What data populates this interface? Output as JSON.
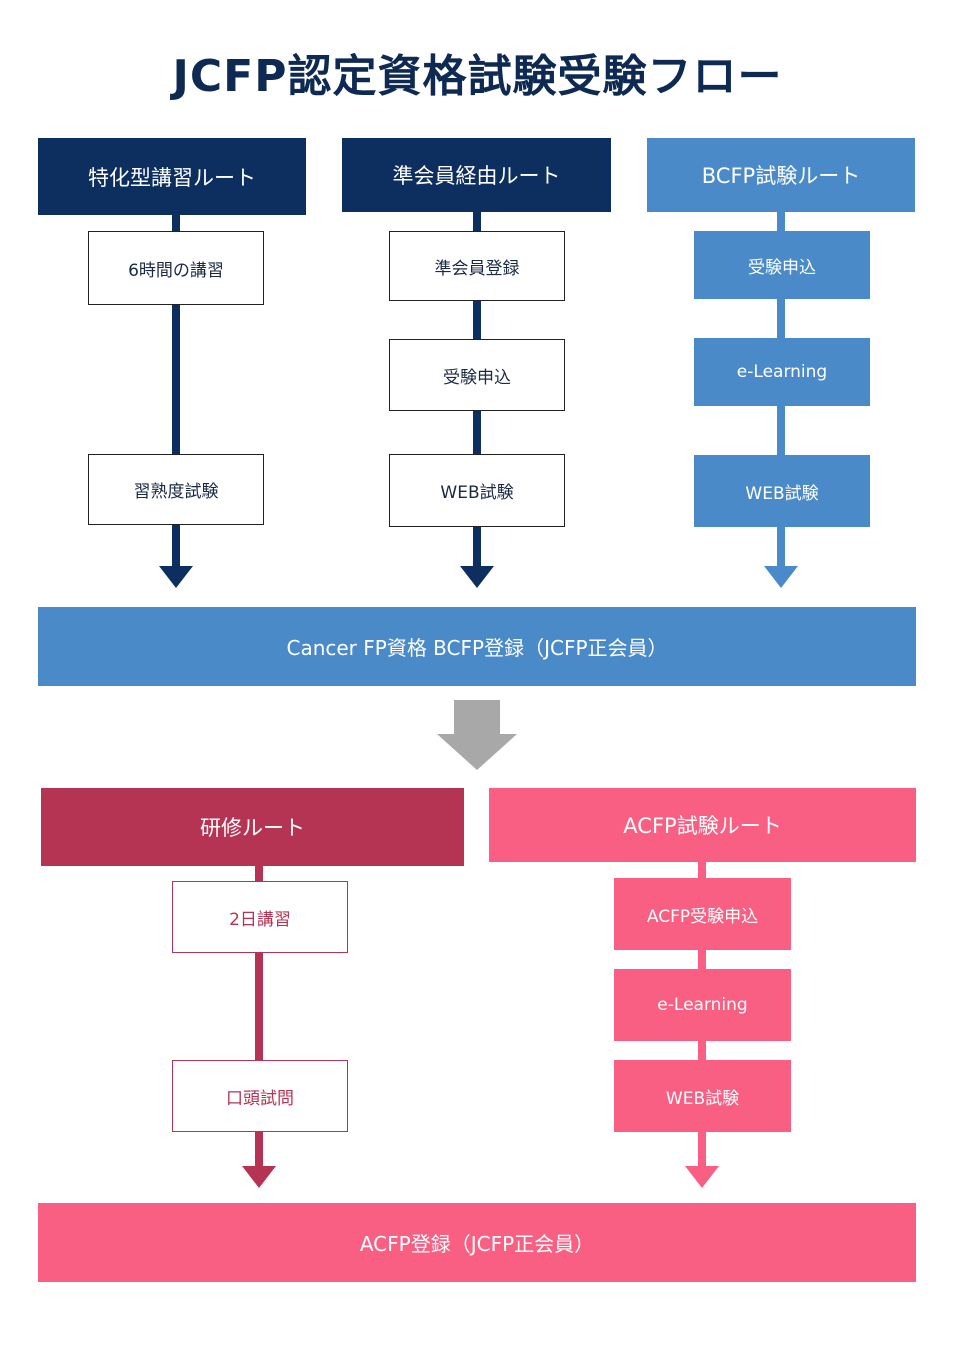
{
  "title": "JCFP認定資格試験受験フロー",
  "routes_top": [
    {
      "header": "特化型講習ルート",
      "steps": [
        "6時間の講習",
        "習熟度試験"
      ]
    },
    {
      "header": "準会員経由ルート",
      "steps": [
        "準会員登録",
        "受験申込",
        "WEB試験"
      ]
    },
    {
      "header": "BCFP試験ルート",
      "steps": [
        "受験申込",
        "e-Learning",
        "WEB試験"
      ]
    }
  ],
  "result_top": "Cancer FP資格 BCFP登録（JCFP正会員）",
  "routes_bottom": [
    {
      "header": "研修ルート",
      "steps": [
        "2日講習",
        "口頭試問"
      ]
    },
    {
      "header": "ACFP試験ルート",
      "steps": [
        "ACFP受験申込",
        "e-Learning",
        "WEB試験"
      ]
    }
  ],
  "result_bottom": "ACFP登録（JCFP正会員）",
  "colors": {
    "navy": "#0c2f5f",
    "blue": "#4a8ac8",
    "crimson": "#b63453",
    "pink": "#f85f83",
    "gray_arrow": "#a8a8a8"
  }
}
